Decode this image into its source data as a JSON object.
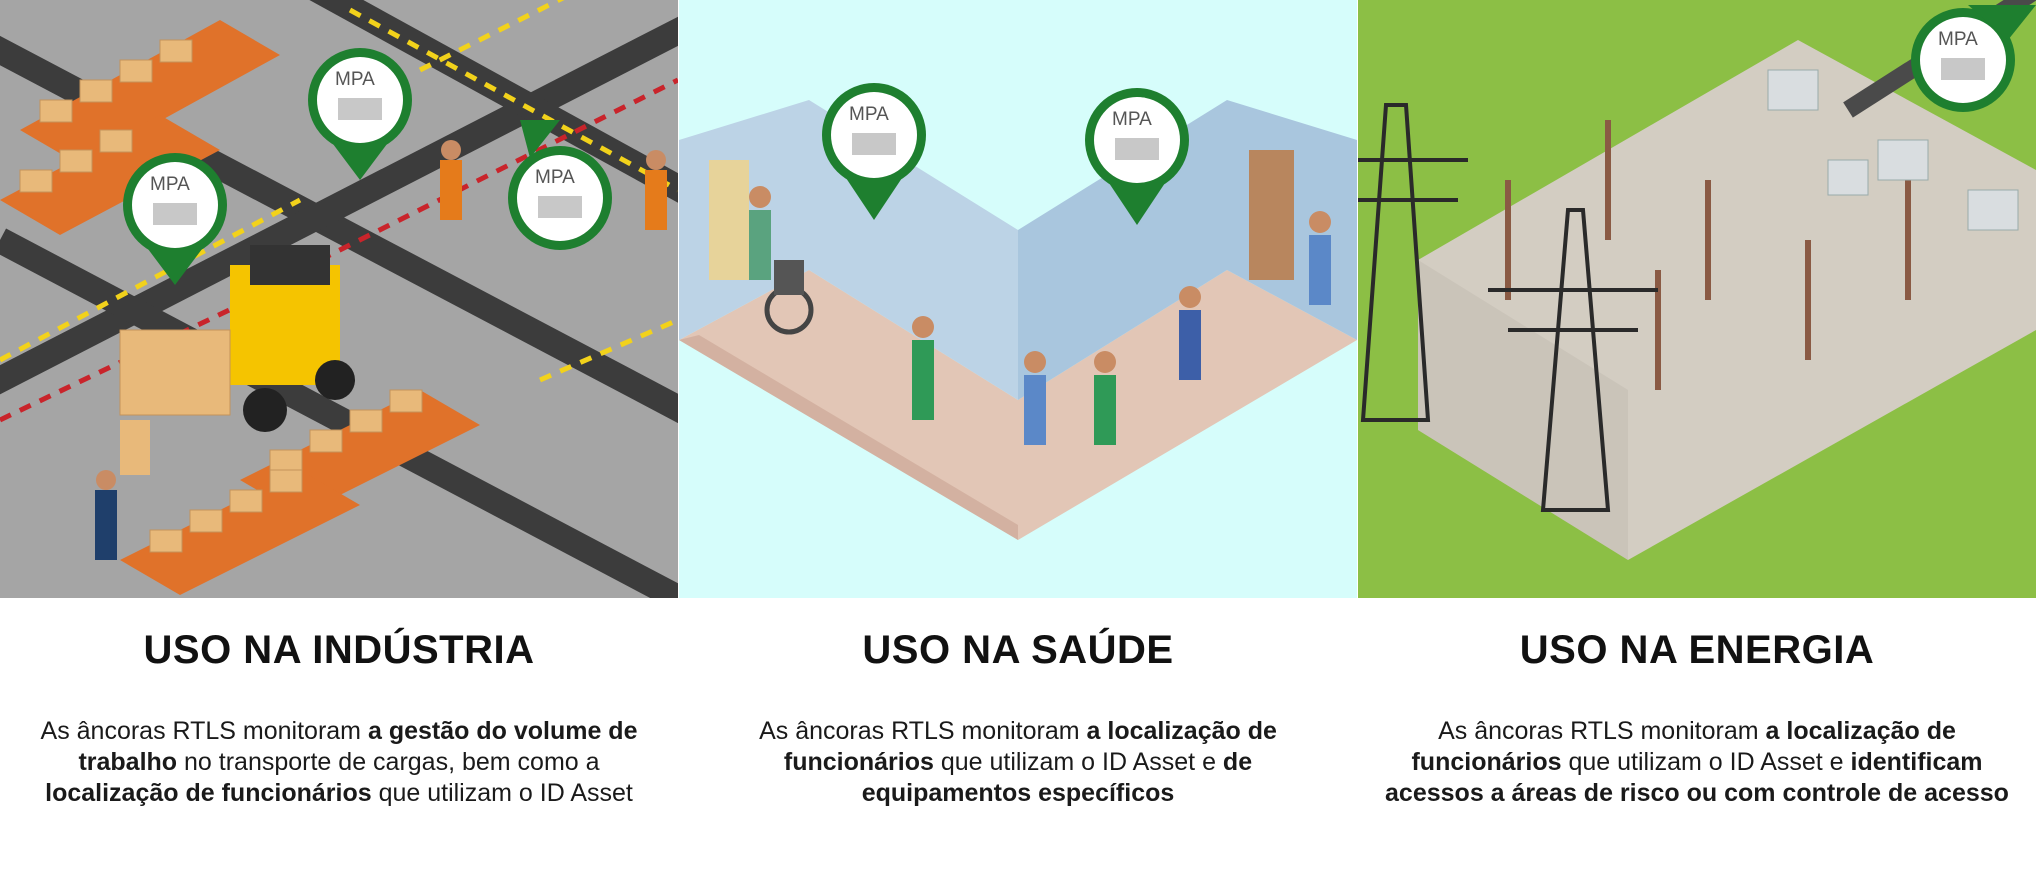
{
  "colors": {
    "industry_bg": "#a5a5a5",
    "health_bg": "#d6fdfb",
    "energy_bg": "#8cbf45",
    "pin_green": "#1e7f2f",
    "shelf_orange": "#e0722a",
    "box_tan": "#e8b97a"
  },
  "pin_logo_text": "MPA",
  "panels": [
    {
      "scene": "industry",
      "icons": [
        "warehouse-shelves",
        "forklift",
        "worker",
        "rtls-anchor-pin"
      ],
      "title": "USO NA INDÚSTRIA",
      "desc": {
        "t1": "As âncoras RTLS monitoram ",
        "b1": "a gestão do volume de trabalho",
        "t2": " no transporte de cargas, bem como a ",
        "b2": "localização de funcionários",
        "t3": " que utilizam o ID Asset",
        "b3": "",
        "t4": ""
      }
    },
    {
      "scene": "health",
      "icons": [
        "hospital-room",
        "wheelchair",
        "nurse",
        "patient",
        "rtls-anchor-pin"
      ],
      "title": "USO NA SAÚDE",
      "desc": {
        "t1": "As âncoras RTLS monitoram ",
        "b1": "a localização de funcionários",
        "t2": " que utilizam o ID Asset e ",
        "b2": "de equipamentos específicos",
        "t3": "",
        "b3": "",
        "t4": ""
      }
    },
    {
      "scene": "energy",
      "icons": [
        "transmission-tower",
        "substation",
        "transformer",
        "rtls-anchor-pin"
      ],
      "title": "USO NA ENERGIA",
      "desc": {
        "t1": "As âncoras RTLS monitoram ",
        "b1": "a localização de funcionários",
        "t2": " que utilizam o ID Asset e ",
        "b2": "identificam acessos a áreas de risco ou com controle de acesso",
        "t3": "",
        "b3": "",
        "t4": ""
      }
    }
  ]
}
